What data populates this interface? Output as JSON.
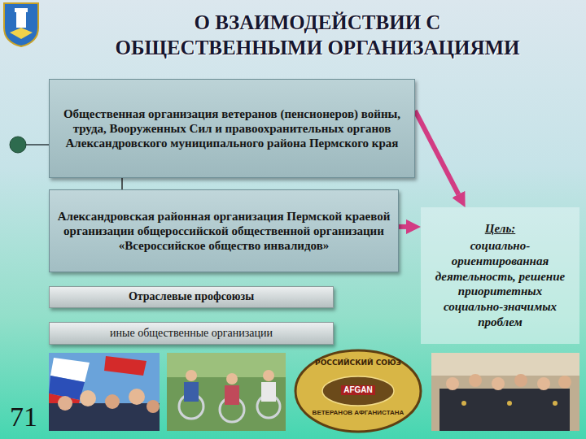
{
  "diagram": {
    "title": "О ВЗАИМОДЕЙСТВИИ С ОБЩЕСТВЕННЫМИ ОРГАНИЗАЦИЯМИ",
    "nodes": [
      {
        "text": [
          "Общественная организация ветеранов (пенсионеров) войны, труда, Вооруженных Сил и правоохранительных органов Александровского муниципального района Пермского края"
        ]
      },
      {
        "text": [
          "Александровская районная организация Пермской краевой организации общероссийской общественной организации «Всероссийское общество инвалидов»"
        ]
      },
      {
        "text": [
          "Отраслевые профсоюзы"
        ]
      },
      {
        "text": [
          "иные общественные организации"
        ]
      },
      {
        "text": [
          "Цель:",
          "социально-ориентированная деятельность, решение приоритетных социально-значимых проблем"
        ]
      }
    ],
    "edges": [
      {
        "from": 0,
        "to": 4,
        "arrow": "to"
      },
      {
        "from": 1,
        "to": 4,
        "arrow": "to"
      },
      {
        "from": 0,
        "to": 1,
        "arrow": "none"
      }
    ],
    "labels": [
      "71",
      "РОССИЙСКИЙ СОЮЗ",
      "AFGAN",
      "ВЕТЕРАНОВ АФГАНИСТАНА"
    ]
  }
}
